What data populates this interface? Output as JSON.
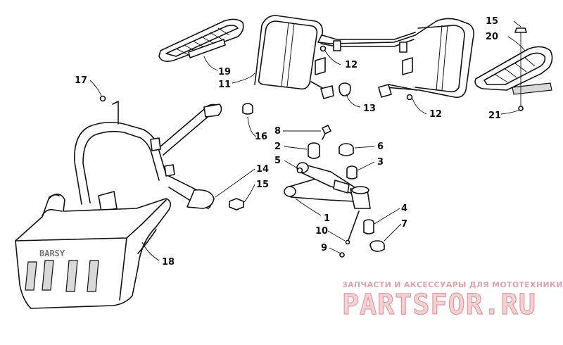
{
  "callouts": [
    {
      "id": "c1",
      "label": "1"
    },
    {
      "id": "c2",
      "label": "2"
    },
    {
      "id": "c3",
      "label": "3"
    },
    {
      "id": "c4",
      "label": "4"
    },
    {
      "id": "c5",
      "label": "5"
    },
    {
      "id": "c6",
      "label": "6"
    },
    {
      "id": "c7",
      "label": "7"
    },
    {
      "id": "c8",
      "label": "8"
    },
    {
      "id": "c9",
      "label": "9"
    },
    {
      "id": "c10",
      "label": "10"
    },
    {
      "id": "c11",
      "label": "11"
    },
    {
      "id": "c12a",
      "label": "12"
    },
    {
      "id": "c12b",
      "label": "12"
    },
    {
      "id": "c13",
      "label": "13"
    },
    {
      "id": "c14",
      "label": "14"
    },
    {
      "id": "c15a",
      "label": "15"
    },
    {
      "id": "c15b",
      "label": "15"
    },
    {
      "id": "c16",
      "label": "16"
    },
    {
      "id": "c17",
      "label": "17"
    },
    {
      "id": "c18",
      "label": "18"
    },
    {
      "id": "c19",
      "label": "19"
    },
    {
      "id": "c20",
      "label": "20"
    },
    {
      "id": "c21",
      "label": "21"
    }
  ],
  "bumper_plate_text": "BARSY",
  "watermark": {
    "tagline": "ЗАПЧАСТИ И АКСЕССУАРЫ ДЛЯ МОТОТЕХНИКИ",
    "brand": "PARTSFOR.RU"
  },
  "colors": {
    "line": "#111111",
    "watermark_text": "#e3a3a8",
    "watermark_fill": "#f3d2d4"
  }
}
